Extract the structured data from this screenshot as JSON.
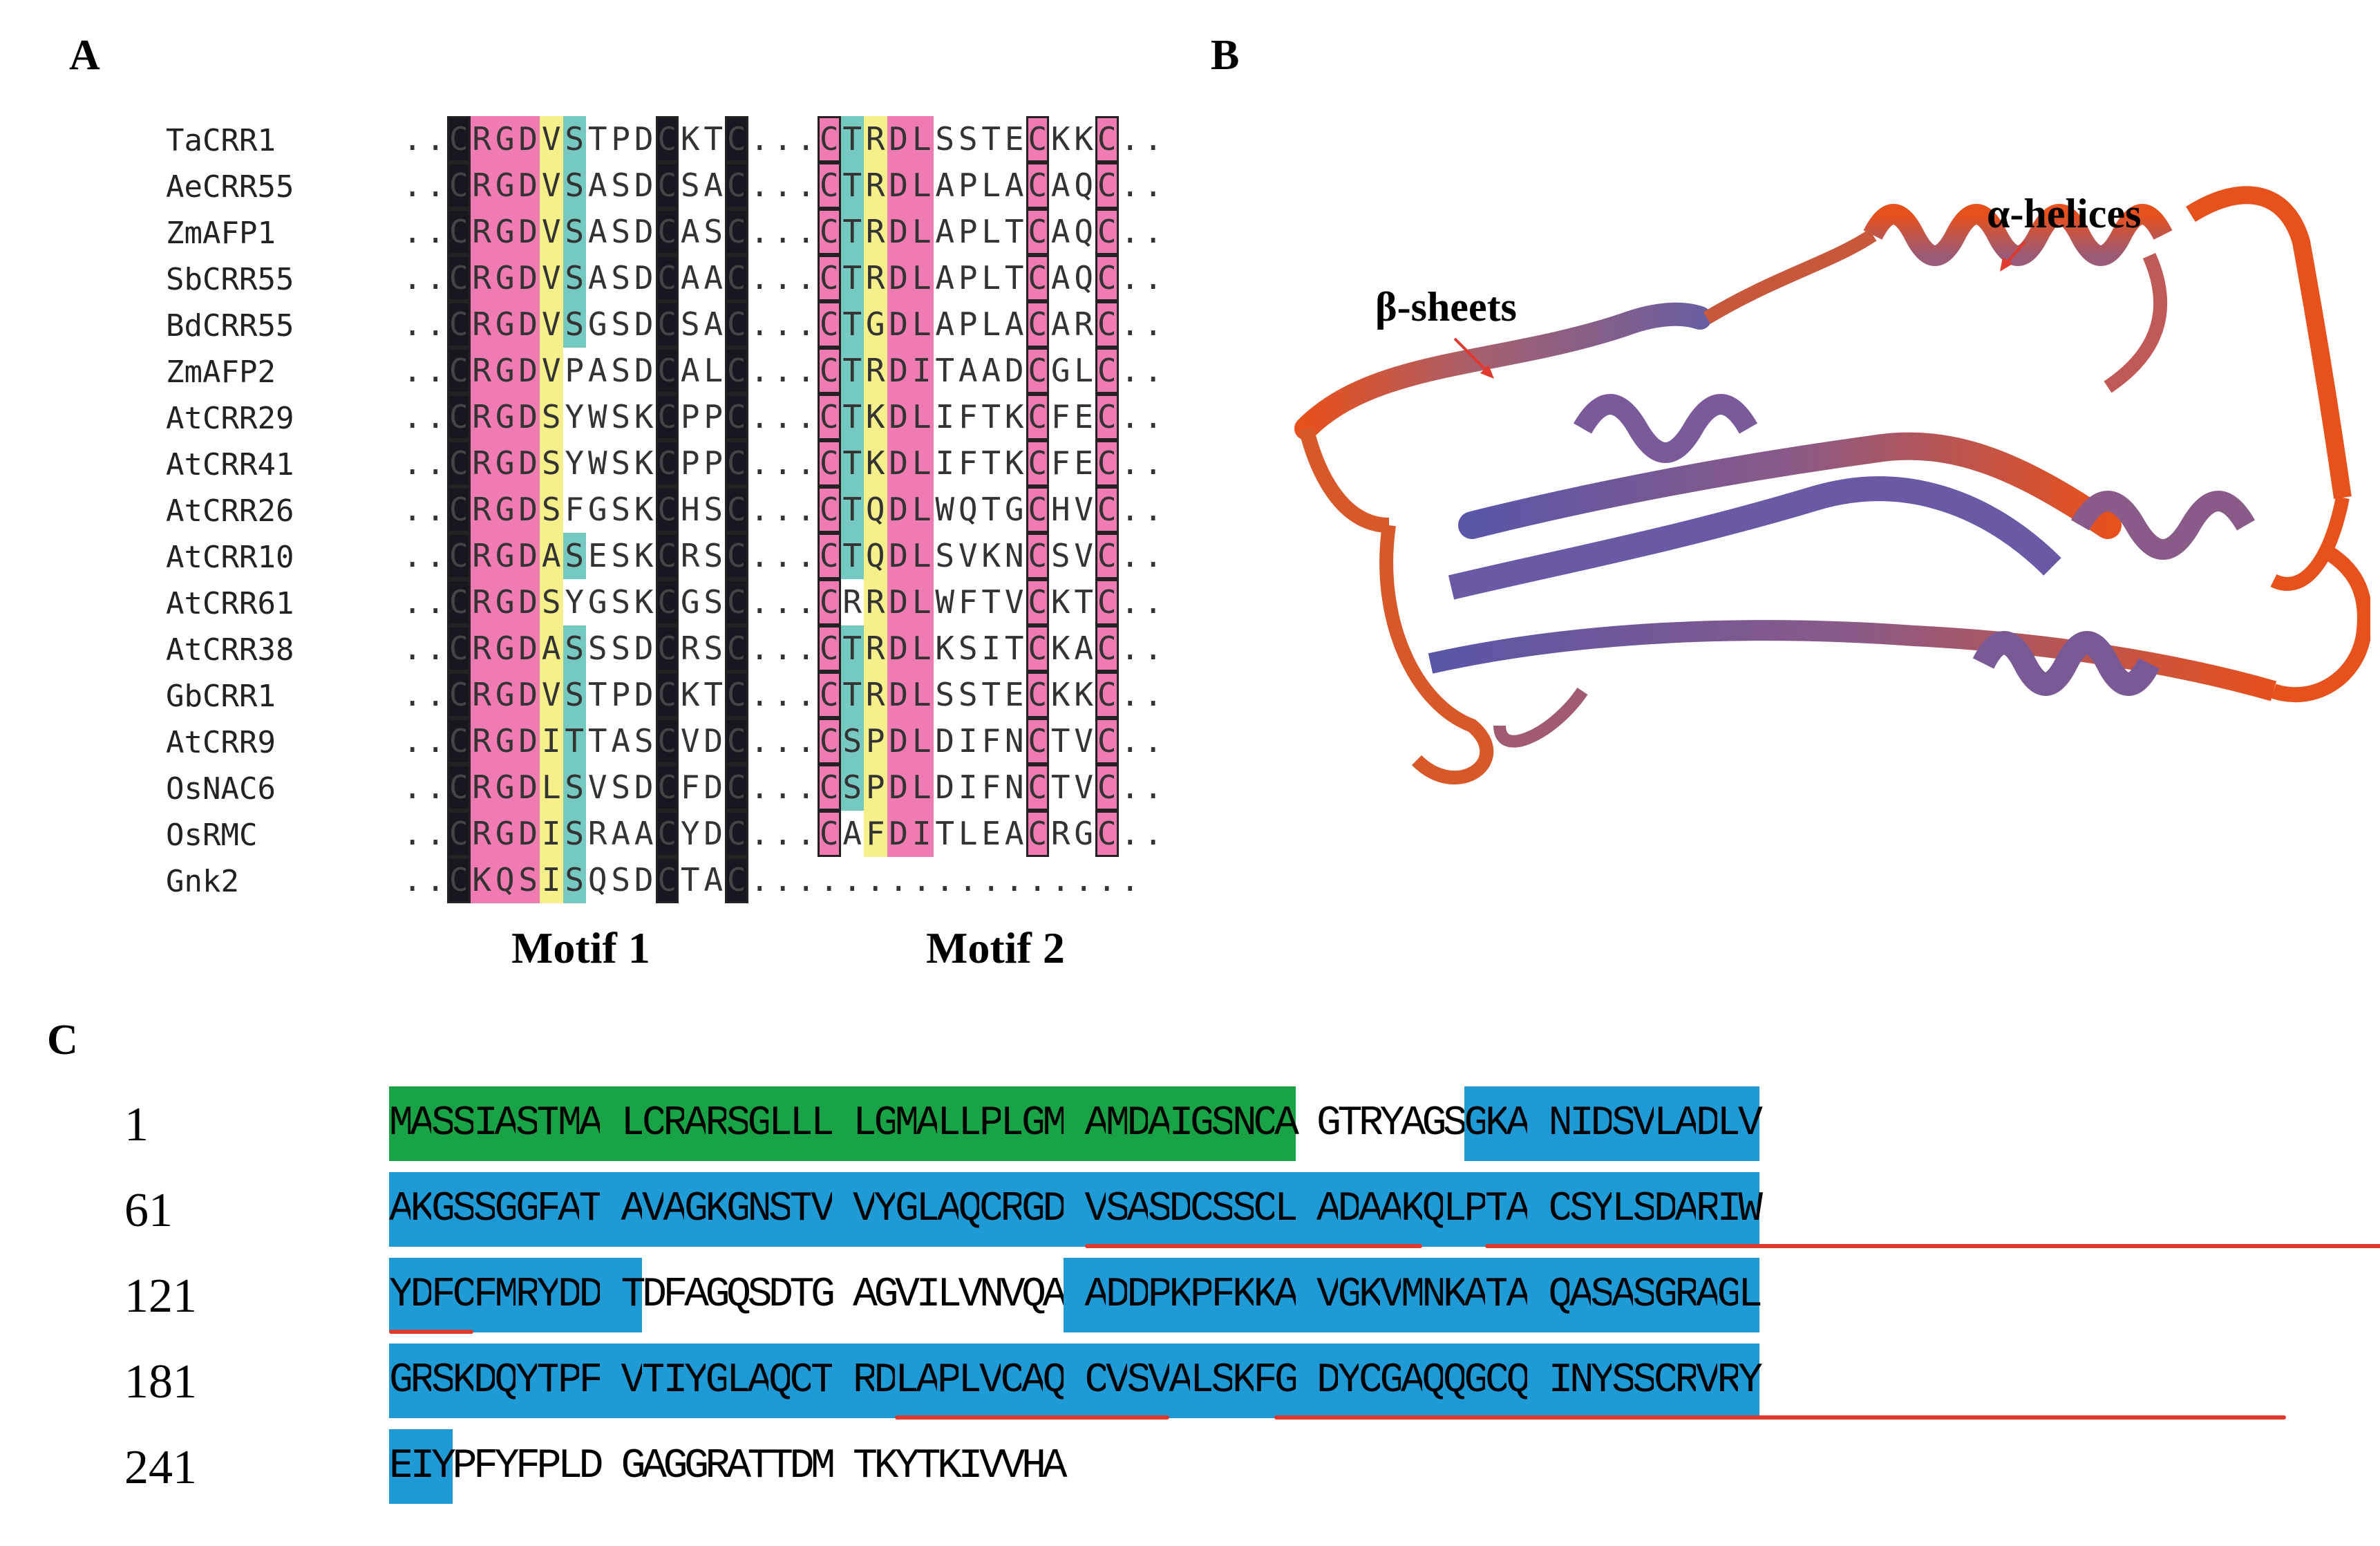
{
  "panels": {
    "a": "A",
    "b": "B",
    "c": "C"
  },
  "alignment": {
    "rows": [
      {
        "name": "TaCRR1",
        "seq": "..CRGDVSTPDCKTC...CTRDLSSTECKKC.."
      },
      {
        "name": "AeCRR55",
        "seq": "..CRGDVSASDCSAC...CTRDLAPLACAQC.."
      },
      {
        "name": "ZmAFP1",
        "seq": "..CRGDVSASDCASC...CTRDLAPLTCAQC.."
      },
      {
        "name": "SbCRR55",
        "seq": "..CRGDVSASDCAAC...CTRDLAPLTCAQC.."
      },
      {
        "name": "BdCRR55",
        "seq": "..CRGDVSGSDCSAC...CTGDLAPLACARC.."
      },
      {
        "name": "ZmAFP2",
        "seq": "..CRGDVPASDCALC...CTRDITAADCGLC.."
      },
      {
        "name": "AtCRR29",
        "seq": "..CRGDSYWSKCPPC...CTKDLIFTKCFEC.."
      },
      {
        "name": "AtCRR41",
        "seq": "..CRGDSYWSKCPPC...CTKDLIFTKCFEC.."
      },
      {
        "name": "AtCRR26",
        "seq": "..CRGDSFGSKCHSC...CTQDLWQTGCHVC.."
      },
      {
        "name": "AtCRR10",
        "seq": "..CRGDASESKCRSC...CTQDLSVKNCSVC.."
      },
      {
        "name": "AtCRR61",
        "seq": "..CRGDSYGSKCGSC...CRRDLWFTVCKTC.."
      },
      {
        "name": "AtCRR38",
        "seq": "..CRGDASSSDCRSC...CTRDLKSITCKAC.."
      },
      {
        "name": "GbCRR1",
        "seq": "..CRGDVSTPDCKTC...CTRDLSSTECKKC.."
      },
      {
        "name": "AtCRR9",
        "seq": "..CRGDITTASCVDC...CSPDLDIFNCTVC.."
      },
      {
        "name": "OsNAC6",
        "seq": "..CRGDLSVSDCFDC...CSPDLDIFNCTVC.."
      },
      {
        "name": "OsRMC",
        "seq": "..CRGDISRAACYDC...CAFDITLEACRGC.."
      },
      {
        "name": "Gnk2",
        "seq": "..CKQSISQSDCTAC................."
      }
    ],
    "motif1": "Motif 1",
    "motif2": "Motif 2"
  },
  "structure": {
    "beta_label": "β-sheets",
    "alpha_label": "α-helices"
  },
  "sequence": {
    "lines": [
      {
        "num": "1",
        "text": "MASSIASTMA LCRARSGLLL LGMALLPLGM AMDAIGSNCA GTRYAGSGKA NIDSVLADLV"
      },
      {
        "num": "61",
        "text": "AKGSSGGFAT AVAGKGNSTV VYGLAQCRGD VSASDCSSCL ADAAKQLPTA CSYLSDARIW"
      },
      {
        "num": "121",
        "text": "YDFCFMRYDD TDFAGQSDTG AGVILVNVQA ADDPKPFKKA VGKVMNKATA QASASGRAGL"
      },
      {
        "num": "181",
        "text": "GRSKDQYTPF VTIYGLAQCT RDLAPLVCAQ CVSVALSKFG DYCGAQQGCQ INYSSCRVRY"
      },
      {
        "num": "241",
        "text": "EIYPFYFPLD GAGGRATTDM TKYTKIVVHA"
      }
    ]
  },
  "colors": {
    "signal_peptide": "#18a446",
    "domain": "#1e9bd7",
    "underline": "#e03a2e",
    "pink": "#f07bb2",
    "yellow": "#f6f08a",
    "cyan": "#76c9c0",
    "black": "#1a1620"
  }
}
